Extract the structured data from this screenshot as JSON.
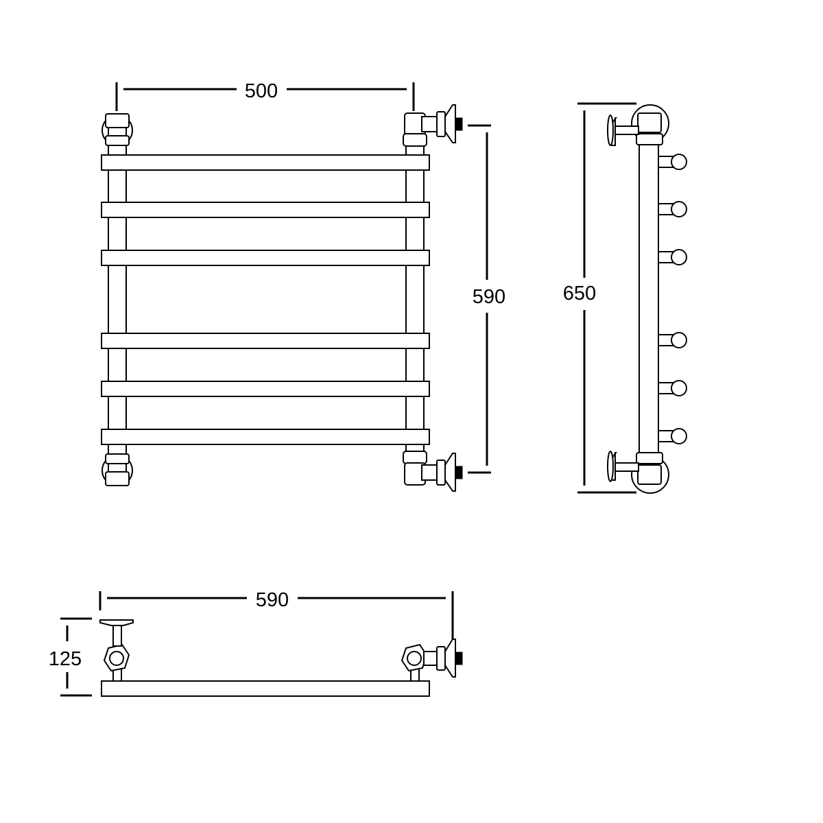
{
  "dimensions": {
    "front_width": "500",
    "front_height": "590",
    "side_height": "650",
    "top_width": "590",
    "top_depth": "125"
  },
  "colors": {
    "line": "#000000",
    "background": "#ffffff"
  }
}
